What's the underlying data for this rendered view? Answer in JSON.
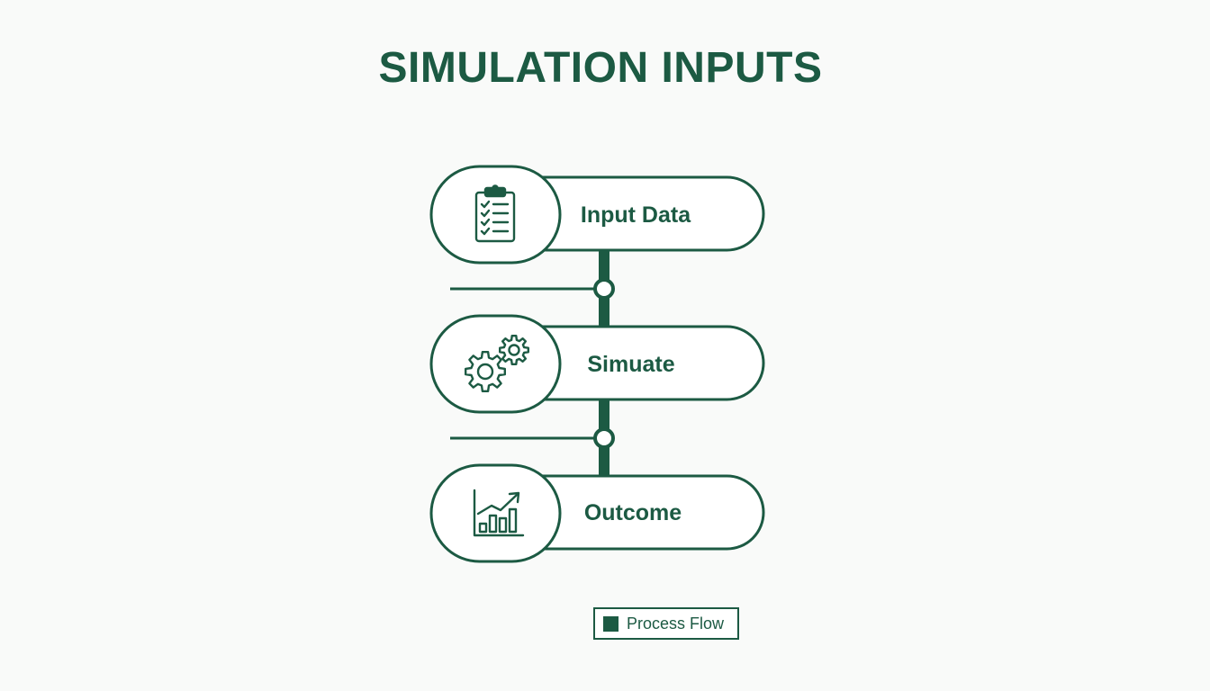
{
  "title": "SIMULATION INPUTS",
  "colors": {
    "primary": "#1c5a43",
    "background": "#f9faf9",
    "node_fill": "#ffffff"
  },
  "steps": [
    {
      "label": "Input Data",
      "icon": "clipboard-checklist-icon"
    },
    {
      "label": "Simuate",
      "icon": "gears-icon"
    },
    {
      "label": "Outcome",
      "icon": "bar-chart-growth-icon"
    }
  ],
  "legend": {
    "label": "Process Flow"
  }
}
